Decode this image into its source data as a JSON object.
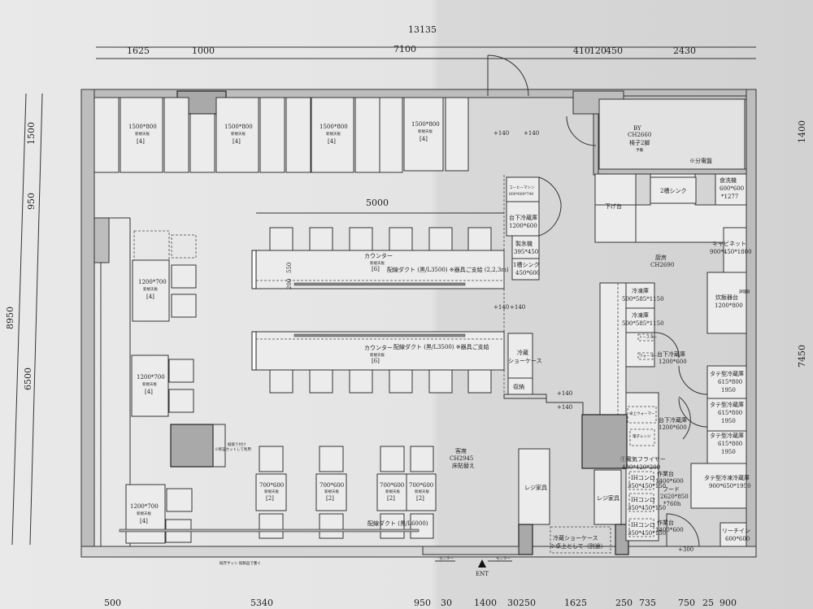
{
  "dimensions": {
    "top_total": "13135",
    "top": [
      "1625",
      "1000",
      "7100",
      "410",
      "120",
      "450",
      "2430"
    ],
    "left_total": "8950",
    "left": [
      "1500",
      "950",
      "6500"
    ],
    "right": [
      "1400",
      "7450"
    ],
    "bottom": [
      "500",
      "5340",
      "950",
      "30",
      "1400",
      "30",
      "250",
      "1625",
      "250",
      "735",
      "750",
      "25",
      "900"
    ],
    "counter_span": "5000",
    "counter_depth": [
      "200",
      "550"
    ],
    "door_offsets": [
      "+140",
      "+140",
      "+140",
      "+140",
      "+140",
      "+140",
      "+300"
    ]
  },
  "seating": {
    "booth_tables": [
      {
        "size": "1500*800",
        "note": "新規天板",
        "seats": "[4]"
      },
      {
        "size": "1500*800",
        "note": "新規天板",
        "seats": "[4]"
      },
      {
        "size": "1500*800",
        "note": "新規天板",
        "seats": "[4]"
      },
      {
        "size": "1500*800",
        "note": "新規天板",
        "seats": "[4]"
      }
    ],
    "counters": [
      {
        "name": "カウンター",
        "note": "新規天板",
        "seats": "[6]",
        "duct": "配線ダクト (黒/L3500) ※器具ご支給 (2,2,3m)"
      },
      {
        "name": "カウンター",
        "note": "新規天板",
        "seats": "[6]",
        "duct": "配線ダクト (黒/L3500) ※器具ご支給"
      }
    ],
    "left_tables": [
      {
        "size": "1200*700",
        "note": "新規天板",
        "seats": "[4]"
      },
      {
        "size": "1200*700",
        "note": "新規天板",
        "seats": "[4]"
      },
      {
        "size": "1200*700",
        "note": "新規天板",
        "seats": "[4]"
      }
    ],
    "small_tables": [
      {
        "size": "700*600",
        "note": "新規天板",
        "seats": "[2]"
      },
      {
        "size": "700*600",
        "note": "新規天板",
        "seats": "[2]"
      },
      {
        "size": "700*600",
        "note": "新規天板",
        "seats": "[2]"
      },
      {
        "size": "700*600",
        "note": "新規天板",
        "seats": "[2]"
      }
    ],
    "column_note": [
      "据取り付け",
      "※移設カットして利用"
    ],
    "bottom_duct": "配線ダクト (黒/L6000)",
    "sash_note": "既存サッシ 既製品で塞ぐ",
    "room": [
      "客席",
      "CH2945",
      "床貼替え"
    ]
  },
  "service": {
    "coffee": [
      "コーヒーマシン",
      "600*600*740"
    ],
    "under_fridge": [
      "台下冷蔵庫",
      "1200*600"
    ],
    "ice_maker": [
      "製氷機",
      "395*450"
    ],
    "sink1": [
      "1槽シンク",
      "450*600"
    ],
    "showcase": [
      "冷蔵",
      "ショーケース"
    ],
    "storage": "収納",
    "register1": "レジ家具",
    "register2": "レジ家具",
    "front_showcase": [
      "冷蔵ショーケース",
      "※卓上として（別途）"
    ],
    "entrance": "ENT",
    "monitor": [
      "モニター",
      "モニター"
    ]
  },
  "backroom": {
    "name": "BY",
    "ch": "CH2660",
    "chairs": "椅子2脚",
    "note": "予備",
    "panel": "※分電盤"
  },
  "kitchen": {
    "room": [
      "厨房",
      "CH2690"
    ],
    "dish_table": "下げ台",
    "sink2": "2槽シンク",
    "dishwasher": [
      "食洗機",
      "600*600",
      "*1277"
    ],
    "cabinet": [
      "キャビネット",
      "900*450*1800"
    ],
    "rice": [
      "炊飯器台",
      "1200*800"
    ],
    "rice_side": "調理器",
    "freezer1": [
      "冷凍庫",
      "500*585*1150"
    ],
    "freezer2": [
      "冷凍庫",
      "500*585*1150"
    ],
    "toaster": "トースター",
    "microwave_small": "ウォーマー",
    "under_fridge1": [
      "台下冷蔵庫",
      "1200*600"
    ],
    "under_fridge2": [
      "台下冷蔵庫",
      "1200*600"
    ],
    "tabletop_warmer": "卓上ウォーマー",
    "microwave": "電子レンジ",
    "fryer": [
      "①電気フライヤー",
      "400*420*200"
    ],
    "ih1": [
      "IHコンロ",
      "350*450*150"
    ],
    "ih2": [
      "IHコンロ",
      "350*450*150"
    ],
    "ih3": [
      "IHコンロ",
      "350*450*150"
    ],
    "worktable1": [
      "作業台",
      "1400*600"
    ],
    "worktable2": [
      "作業台",
      "1400*600"
    ],
    "hood": [
      "フード",
      "2620*850",
      "*760h"
    ],
    "tall_fridges": [
      [
        "タテ型冷蔵庫",
        "615*800",
        "1950"
      ],
      [
        "タテ型冷蔵庫",
        "615*800",
        "1950"
      ],
      [
        "タテ型冷蔵庫",
        "615*800",
        "1950"
      ]
    ],
    "freezer_fridge": [
      "タテ型冷凍冷蔵庫",
      "900*650*1950"
    ],
    "reach_in": [
      "リーチイン",
      "600*600"
    ]
  }
}
